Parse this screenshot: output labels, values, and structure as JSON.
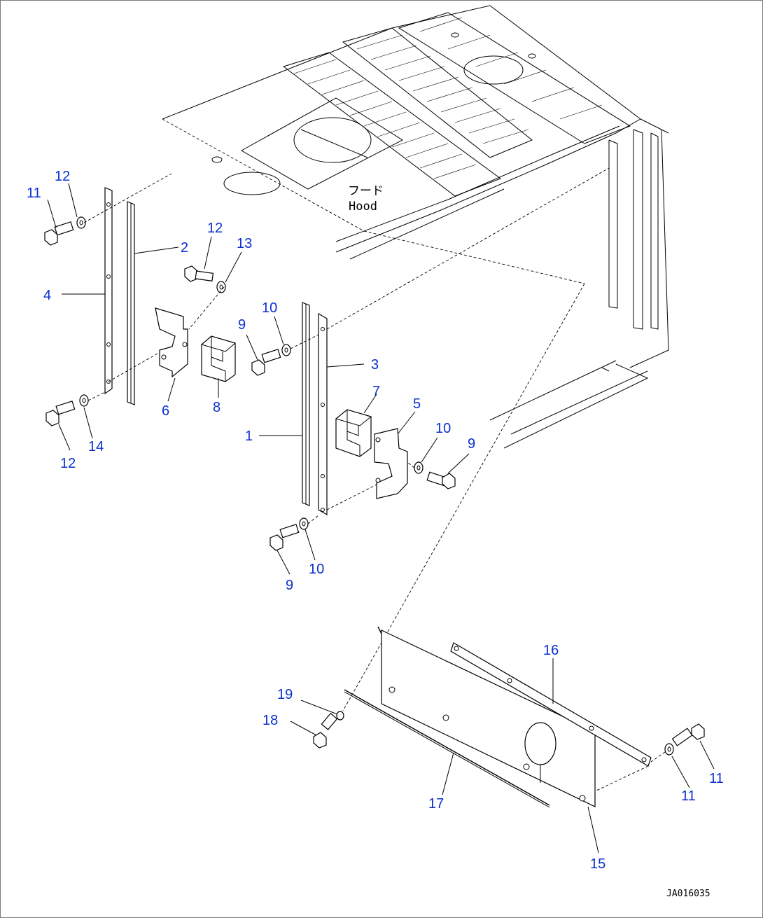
{
  "hood_label_jp": "フード",
  "hood_label_en": "Hood",
  "drawing_code": "JA016035",
  "callouts": [
    {
      "id": "lbl-1",
      "text": "1"
    },
    {
      "id": "lbl-2",
      "text": "2"
    },
    {
      "id": "lbl-3",
      "text": "3"
    },
    {
      "id": "lbl-4",
      "text": "4"
    },
    {
      "id": "lbl-5",
      "text": "5"
    },
    {
      "id": "lbl-6",
      "text": "6"
    },
    {
      "id": "lbl-7",
      "text": "7"
    },
    {
      "id": "lbl-8",
      "text": "8"
    },
    {
      "id": "lbl-9a",
      "text": "9"
    },
    {
      "id": "lbl-9b",
      "text": "9"
    },
    {
      "id": "lbl-9c",
      "text": "9"
    },
    {
      "id": "lbl-10a",
      "text": "10"
    },
    {
      "id": "lbl-10b",
      "text": "10"
    },
    {
      "id": "lbl-10c",
      "text": "10"
    },
    {
      "id": "lbl-11a",
      "text": "11"
    },
    {
      "id": "lbl-11b",
      "text": "11"
    },
    {
      "id": "lbl-11c",
      "text": "11"
    },
    {
      "id": "lbl-12a",
      "text": "12"
    },
    {
      "id": "lbl-12b",
      "text": "12"
    },
    {
      "id": "lbl-12c",
      "text": "12"
    },
    {
      "id": "lbl-13",
      "text": "13"
    },
    {
      "id": "lbl-14",
      "text": "14"
    },
    {
      "id": "lbl-15",
      "text": "15"
    },
    {
      "id": "lbl-16",
      "text": "16"
    },
    {
      "id": "lbl-17",
      "text": "17"
    },
    {
      "id": "lbl-18",
      "text": "18"
    },
    {
      "id": "lbl-19",
      "text": "19"
    }
  ]
}
